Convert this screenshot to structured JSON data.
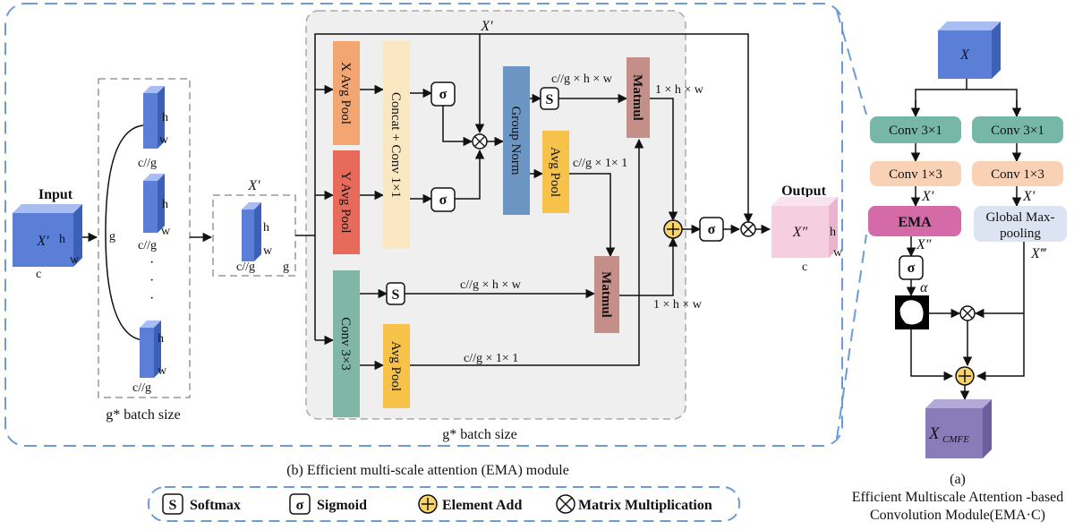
{
  "ema_panel": {
    "caption": "(b) Efficient multi-scale attention (EMA) module",
    "input_title": "Input",
    "output_title": "Output",
    "input_var": "X′",
    "output_var": "X″",
    "xprime_label": "X′",
    "xprime_top": "X′",
    "dim_h": "h",
    "dim_w": "w",
    "dim_c": "c",
    "dim_g": "g",
    "dim_cg": "c//g",
    "ellipsis": "·",
    "batch_left": "g* batch size",
    "batch_main": "g* batch size",
    "blocks": {
      "x_avg_pool": "X Avg Pool",
      "y_avg_pool": "Y Avg Pool",
      "concat_conv": "Concat + Conv 1×1",
      "group_norm": "Group Norm",
      "avg_pool_top": "Avg Pool",
      "matmul_top": "Matmul",
      "conv3x3": "Conv 3×3",
      "avg_pool_bottom": "Avg Pool",
      "matmul_bottom": "Matmul"
    },
    "symbols": {
      "softmax": "S",
      "sigmoid": "σ"
    },
    "edge_labels": {
      "cg_hw_top": "c//g × h × w",
      "cg_11_top": "c//g × 1× 1",
      "one_hw_top": "1 × h × w",
      "cg_hw_bottom": "c//g × h × w",
      "cg_11_bottom": "c//g × 1× 1",
      "one_hw_bottom": "1 × h × w"
    }
  },
  "legend": {
    "softmax_sym": "S",
    "softmax": "Softmax",
    "sigmoid_sym": "σ",
    "sigmoid": "Sigmoid",
    "add": "Element Add",
    "matmul": "Matrix Multiplication"
  },
  "cmfe_panel": {
    "input_var": "X",
    "conv31_left": "Conv 3×1",
    "conv31_right": "Conv 3×1",
    "conv13_left": "Conv 1×3",
    "conv13_right": "Conv 1×3",
    "xprime_left": "X′",
    "xprime_right": "X′",
    "ema": "EMA",
    "gmp_line1": "Global Max-",
    "gmp_line2": "pooling",
    "x2": "X″",
    "x3": "X‴",
    "sigma": "σ",
    "alpha": "α",
    "output_main": "X",
    "output_sub": "CMFE",
    "caption_a": "(a)",
    "caption_line1": "Efficient Multiscale Attention -based",
    "caption_line2": "Convolution Module(EMA·C)"
  },
  "colors": {
    "cube_front": "#5b7fd6",
    "cube_top": "#a9bdf0",
    "cube_side": "#3c5fb8",
    "x_avg_pool": "#f4a672",
    "y_avg_pool": "#e86a5a",
    "concat": "#fbe8c2",
    "group_norm": "#6b95c3",
    "avg_pool": "#f7c24a",
    "matmul": "#c38f88",
    "conv3x3": "#7fb6a6",
    "conv31": "#77b7a8",
    "conv13": "#f9d1b4",
    "ema": "#d56aa8",
    "gmp": "#dce3f2",
    "output_cube": "#f5cfe0",
    "cmfe_cube": "#8a7cb8",
    "dashed_border": "#6d9bd6",
    "main_bg": "#efefef",
    "add_fill": "#f7d36a"
  }
}
